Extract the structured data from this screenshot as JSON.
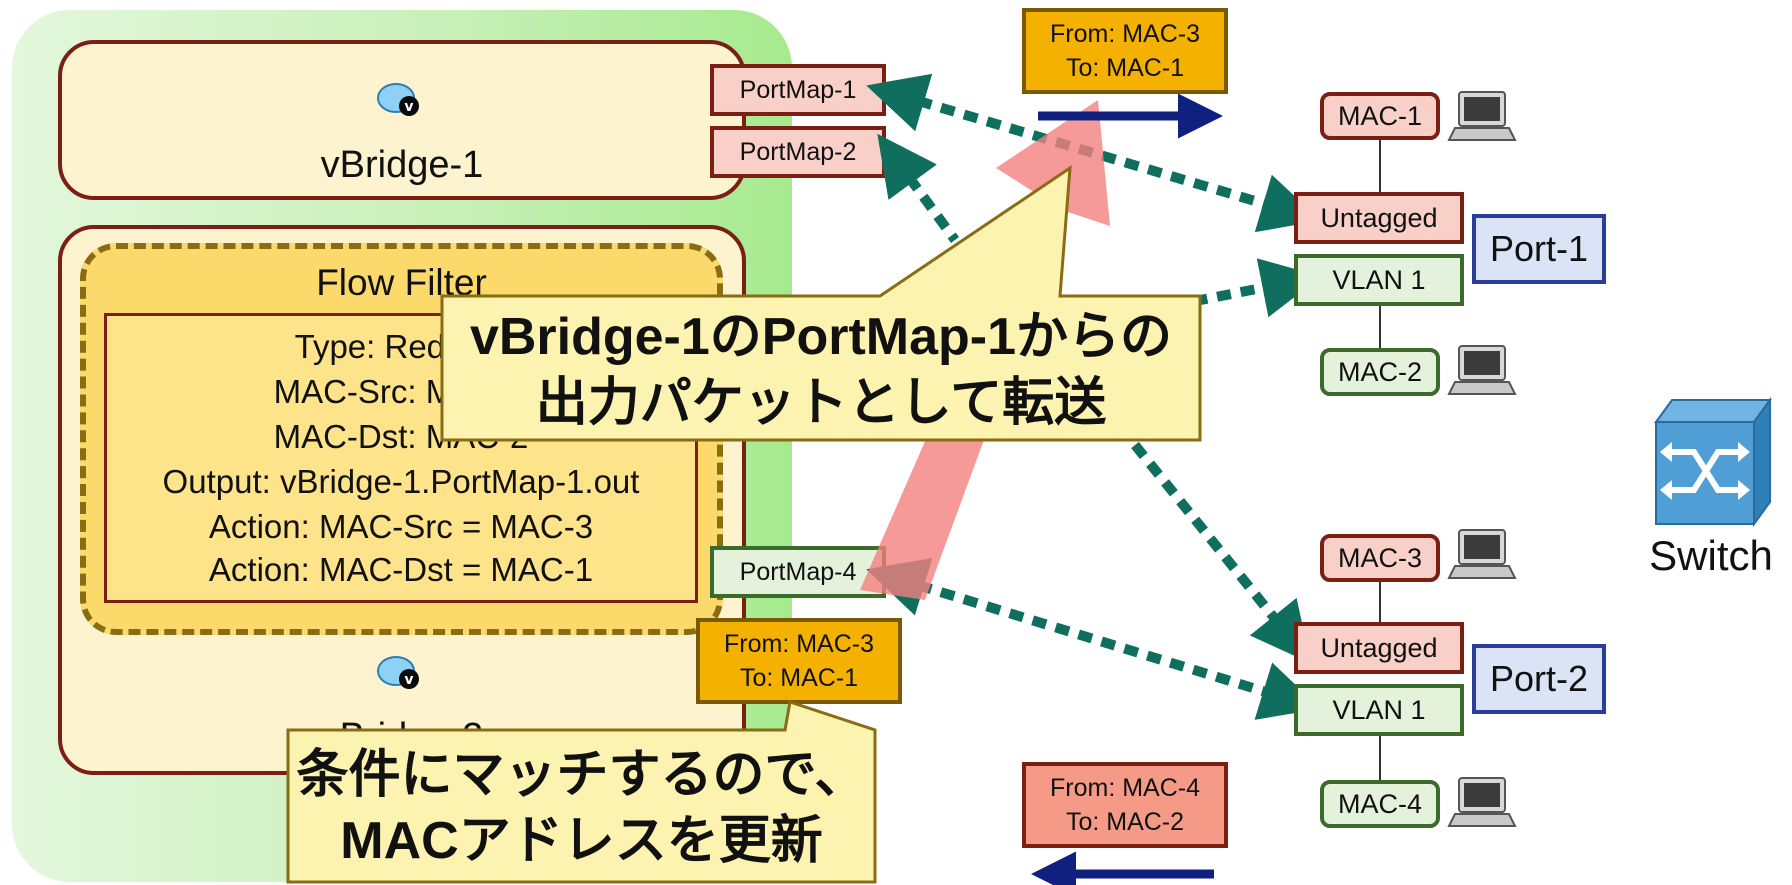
{
  "vbridge1": {
    "label": "vBridge-1"
  },
  "vbridge2": {
    "label": "vBridge-2"
  },
  "flow_filter": {
    "title": "Flow Filter",
    "lines": [
      "Type: Redirect",
      "MAC-Src: MAC-4",
      "MAC-Dst: MAC-2",
      "Output: vBridge-1.PortMap-1.out",
      "Action: MAC-Src = MAC-3",
      "Action: MAC-Dst = MAC-1"
    ]
  },
  "portmaps": {
    "pm1": "PortMap-1",
    "pm2": "PortMap-2",
    "pm4": "PortMap-4"
  },
  "frames": {
    "top": {
      "from": "From: MAC-3",
      "to": "To: MAC-1"
    },
    "middle": {
      "from": "From: MAC-3",
      "to": "To: MAC-1"
    },
    "bottom": {
      "from": "From: MAC-4",
      "to": "To: MAC-2"
    }
  },
  "hosts": {
    "mac1": "MAC-1",
    "mac2": "MAC-2",
    "mac3": "MAC-3",
    "mac4": "MAC-4"
  },
  "switch_ports": {
    "port1": {
      "label": "Port-1",
      "untagged": "Untagged",
      "vlan": "VLAN 1"
    },
    "port2": {
      "label": "Port-2",
      "untagged": "Untagged",
      "vlan": "VLAN 1"
    }
  },
  "switch": {
    "label": "Switch"
  },
  "callouts": {
    "top": [
      "vBridge-1のPortMap-1からの",
      "出力パケットとして転送"
    ],
    "bottom": [
      "条件にマッチするので、",
      "MACアドレスを更新"
    ]
  },
  "colors": {
    "link_dotted": "#0f6e5e",
    "frame_arrow": "#10207e",
    "redirect_arrow": "#f47f7f",
    "callout_fill": "#fdf3b0",
    "callout_border": "#8a6c12"
  }
}
